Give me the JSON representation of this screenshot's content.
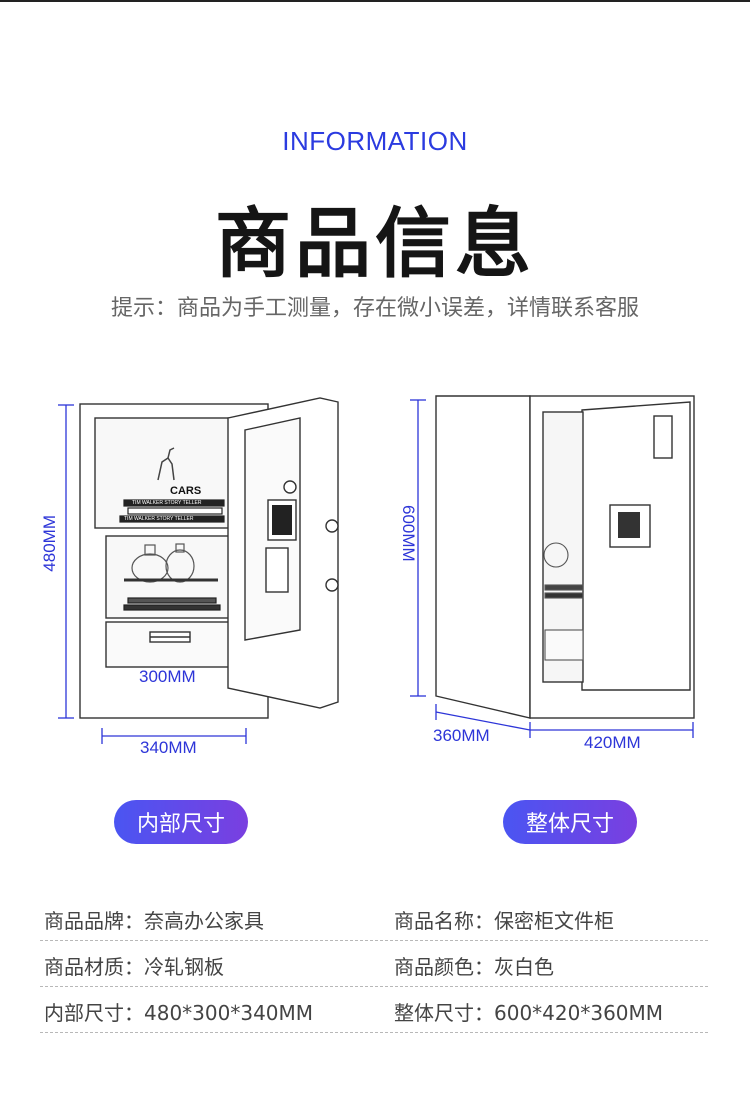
{
  "header": {
    "eyebrow": "INFORMATION",
    "title": "商品信息",
    "hint": "提示：商品为手工测量，存在微小误差，详情联系客服"
  },
  "left_figure": {
    "height_label": "480MM",
    "inner_width_label": "300MM",
    "depth_label": "340MM",
    "book_text_1": "CARS",
    "book_text_2": "TIM WALKER STORY TELLER",
    "pill_label": "内部尺寸"
  },
  "right_figure": {
    "height_label": "600MM",
    "depth_label": "360MM",
    "width_label": "420MM",
    "pill_label": "整体尺寸"
  },
  "info": {
    "rows": [
      {
        "left": "商品品牌：奈高办公家具",
        "right": "商品名称：保密柜文件柜"
      },
      {
        "left": "商品材质：冷轧钢板",
        "right": "商品颜色：灰白色"
      },
      {
        "left": "内部尺寸：480*300*340MM",
        "right": "整体尺寸：600*420*360MM"
      }
    ]
  },
  "colors": {
    "accent_blue": "#2b3be0",
    "dimension_line": "#2d35d8",
    "pill_gradient_start": "#4a55f2",
    "pill_gradient_end": "#7a3fe0"
  }
}
